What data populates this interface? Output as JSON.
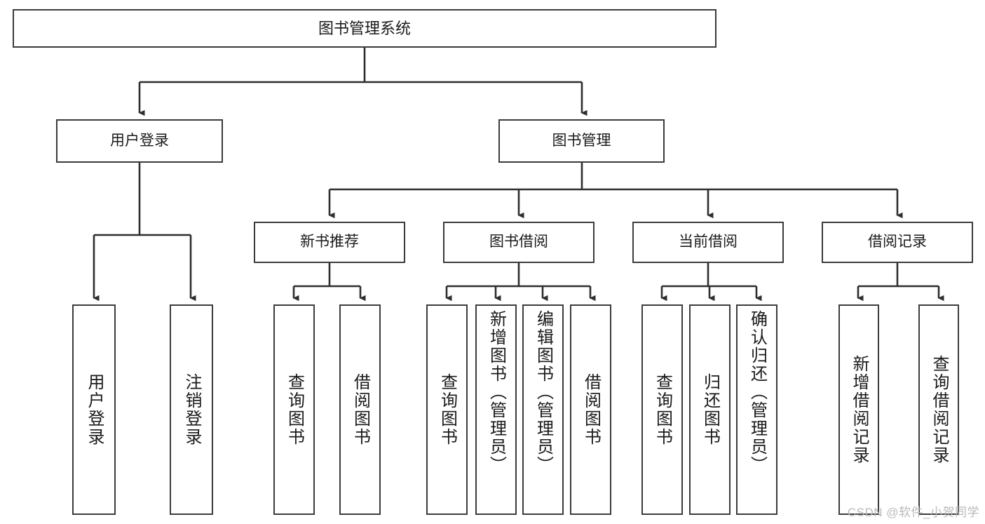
{
  "diagram": {
    "type": "tree-hierarchy",
    "title": "图书管理系统",
    "orientation": "top-down",
    "line_color": "#3b3b3b",
    "box_fill": "#ffffff",
    "text_color": "#1a1a1a",
    "levels": 4
  },
  "root": {
    "label": "图书管理系统"
  },
  "level2": [
    {
      "label": "用户登录"
    },
    {
      "label": "图书管理"
    }
  ],
  "level3": [
    {
      "label": "新书推荐"
    },
    {
      "label": "图书借阅"
    },
    {
      "label": "当前借阅"
    },
    {
      "label": "借阅记录"
    }
  ],
  "leaves": {
    "user_login": [
      {
        "label": "用户登录"
      },
      {
        "label": "注销登录"
      }
    ],
    "new_book_recommend": [
      {
        "label": "查询图书"
      },
      {
        "label": "借阅图书"
      }
    ],
    "book_borrow": [
      {
        "label": "查询图书"
      },
      {
        "label": "新增图书（管理员）"
      },
      {
        "label": "编辑图书（管理员）"
      },
      {
        "label": "借阅图书"
      }
    ],
    "current_borrow": [
      {
        "label": "查询图书"
      },
      {
        "label": "归还图书"
      },
      {
        "label": "确认归还（管理员）"
      }
    ],
    "borrow_record": [
      {
        "label": "新增借阅记录"
      },
      {
        "label": "查询借阅记录"
      }
    ]
  },
  "watermark": {
    "text": "CSDN @软件_小贺同学",
    "color": "#b9b9b9"
  }
}
